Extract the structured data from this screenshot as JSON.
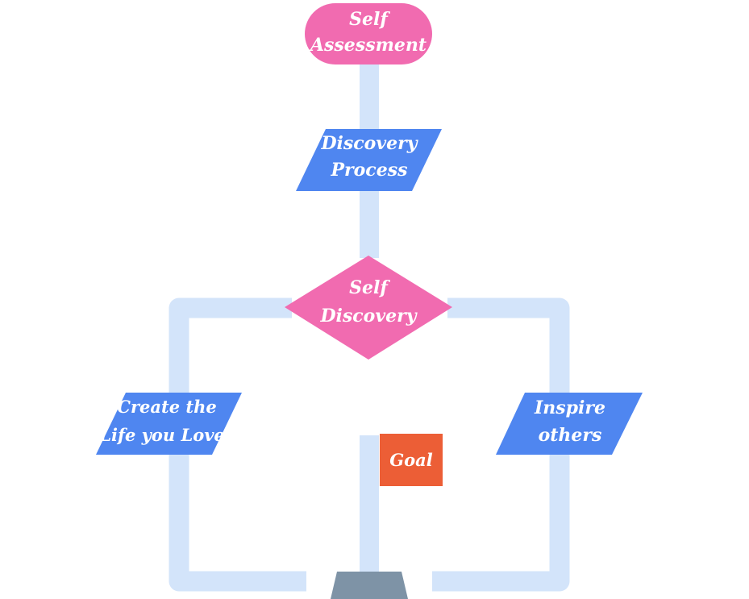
{
  "diagram": {
    "nodes": {
      "start": {
        "lines": [
          "Self",
          "Assessment"
        ],
        "color": "#F16BB0"
      },
      "process": {
        "lines": [
          "Discovery",
          "Process"
        ],
        "color": "#4F86F0"
      },
      "decision": {
        "lines": [
          "Self",
          "Discovery"
        ],
        "color": "#F16BB0"
      },
      "left": {
        "lines": [
          "Create the",
          "Life you Love"
        ],
        "color": "#4F86F0"
      },
      "right": {
        "lines": [
          "Inspire",
          "others"
        ],
        "color": "#4F86F0"
      },
      "goal": {
        "lines": [
          "Goal"
        ],
        "color": "#EC5E36"
      }
    },
    "connector_color": "#D3E4FA",
    "base_color": "#7E93A6"
  }
}
